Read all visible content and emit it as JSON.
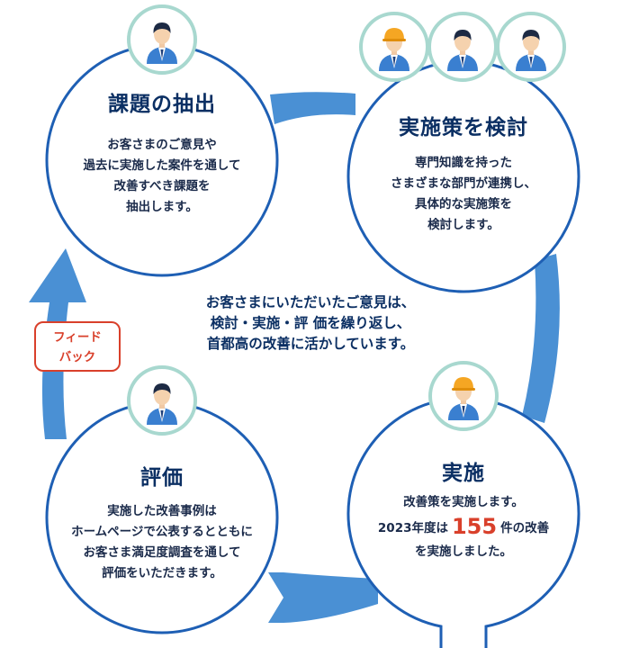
{
  "feedback_label": "フィード\nバック",
  "center_message": "お客さまにいただいたご意見は、\n検討・実施・評 価を繰り返し、\n首都高の改善に活かしています。",
  "nodes": {
    "extract": {
      "title": "課題の抽出",
      "body": "お客さまのご意見や\n過去に実施した案件を通して\n改善すべき課題を\n抽出します。"
    },
    "review": {
      "title": "実施策を検討",
      "body": "専門知識を持った\nさまざまな部門が連携し、\n具体的な実施策を\n検討します。"
    },
    "implement": {
      "title": "実施",
      "line1": "改善策を実施します。",
      "line2_prefix": "2023年度は",
      "line2_number": "155",
      "line2_suffix": "件の改善",
      "line3": "を実施しました。"
    },
    "evaluate": {
      "title": "評価",
      "body": "実施した改善事例は\nホームページで公表するとともに\nお客さま満足度調査を通して\n評価をいただきます。"
    }
  },
  "colors": {
    "circle_border": "#1e5fb4",
    "arrow": "#4a90d4",
    "avatar_ring": "#a8d8cf",
    "feedback": "#d9402b",
    "title": "#0b2f63"
  },
  "icons": [
    "worker-icon",
    "engineer-helmet-icon"
  ]
}
